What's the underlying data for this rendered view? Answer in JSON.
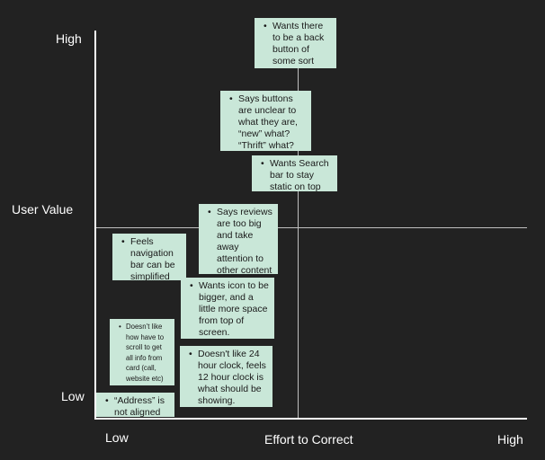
{
  "axes": {
    "y_title": "User Value",
    "y_high": "High",
    "y_low": "Low",
    "x_title": "Effort to Correct",
    "x_low": "Low",
    "x_high": "High"
  },
  "notes": [
    {
      "id": "back-button",
      "text": "Wants there to be a back button of some sort"
    },
    {
      "id": "buttons-unclear",
      "text": "Says buttons are unclear to what they are, “new” what? “Thrift” what?"
    },
    {
      "id": "search-bar",
      "text": "Wants  Search bar to stay static on top"
    },
    {
      "id": "reviews",
      "text": "Says reviews are too big and take away attention to other content"
    },
    {
      "id": "navigation",
      "text": "Feels navigation bar can be simplified"
    },
    {
      "id": "icon",
      "text": "Wants icon to be bigger, and a little more space from top of screen."
    },
    {
      "id": "scroll-info",
      "text": "Doesn’t like how have to scroll to get all info from card (call, website etc)"
    },
    {
      "id": "clock",
      "text": "Doesn't like 24 hour clock, feels 12 hour clock is what should be showing."
    },
    {
      "id": "address",
      "text": "“Address” is not aligned"
    }
  ]
}
